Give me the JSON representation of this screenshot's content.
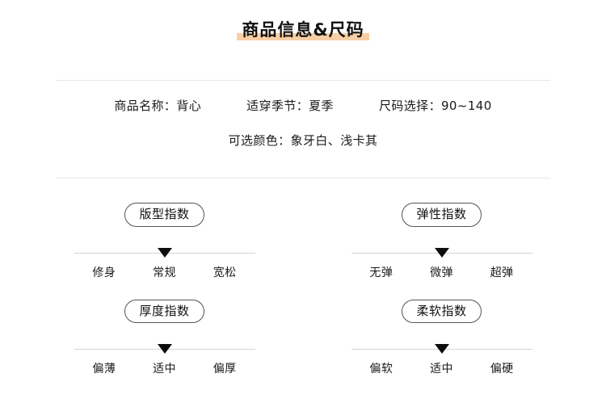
{
  "header": {
    "title": "商品信息&尺码",
    "highlight_color": "#f8cfa4"
  },
  "product_info": {
    "primary": [
      {
        "label": "商品名称：",
        "value": "背心"
      },
      {
        "label": "适穿季节：",
        "value": "夏季"
      },
      {
        "label": "尺码选择：",
        "value": "90~140"
      }
    ],
    "secondary": {
      "label": "可选颜色：",
      "value": "象牙白、浅卡其"
    }
  },
  "indices": [
    {
      "name": "版型指数",
      "levels": [
        "修身",
        "常规",
        "宽松"
      ],
      "selected": "常规",
      "selected_index": 1
    },
    {
      "name": "弹性指数",
      "levels": [
        "无弹",
        "微弹",
        "超弹"
      ],
      "selected": "微弹",
      "selected_index": 1
    },
    {
      "name": "厚度指数",
      "levels": [
        "偏薄",
        "适中",
        "偏厚"
      ],
      "selected": "适中",
      "selected_index": 1
    },
    {
      "name": "柔软指数",
      "levels": [
        "偏软",
        "适中",
        "偏硬"
      ],
      "selected": "适中",
      "selected_index": 1
    }
  ]
}
